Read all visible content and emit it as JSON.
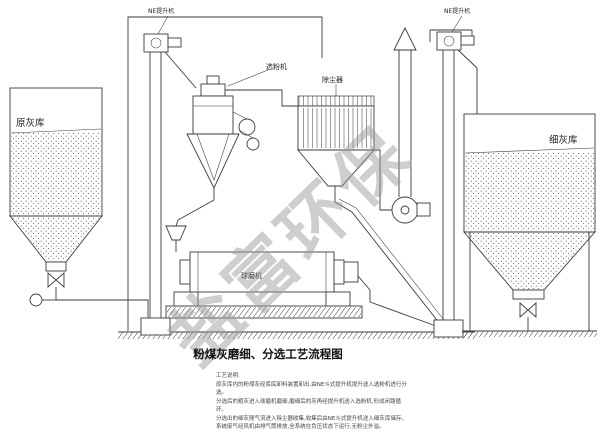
{
  "watermark": "盐富环保",
  "title": "粉煤灰磨细、分选工艺流程图",
  "labels": {
    "elevator_left": "NE提升机",
    "elevator_right": "NE提升机",
    "classifier": "选粉机",
    "dust_collector": "除尘器",
    "raw_ash_silo": "原灰库",
    "fine_ash_silo": "细灰库",
    "ball_mill": "球磨机"
  },
  "notes": {
    "heading": "工艺说明:",
    "lines": [
      "原灰库内的粉煤灰经库底卸料装置卸出,由NE斗式提升机提升送入选粉机进行分选。",
      "分选后的粗灰进入球磨机磨细,磨细后的灰再经提升机送入选粉机,形成闭路循环。",
      "分选出的细灰随气流进入除尘器收集,收集后由NE斗式提升机送入细灰库储存。",
      "系统废气经风机由排气筒排放,全系统在负压状态下运行,无粉尘外溢。"
    ]
  },
  "colors": {
    "line": "#3a3a3a",
    "watermark": "#9a9a9a",
    "background": "#ffffff"
  }
}
